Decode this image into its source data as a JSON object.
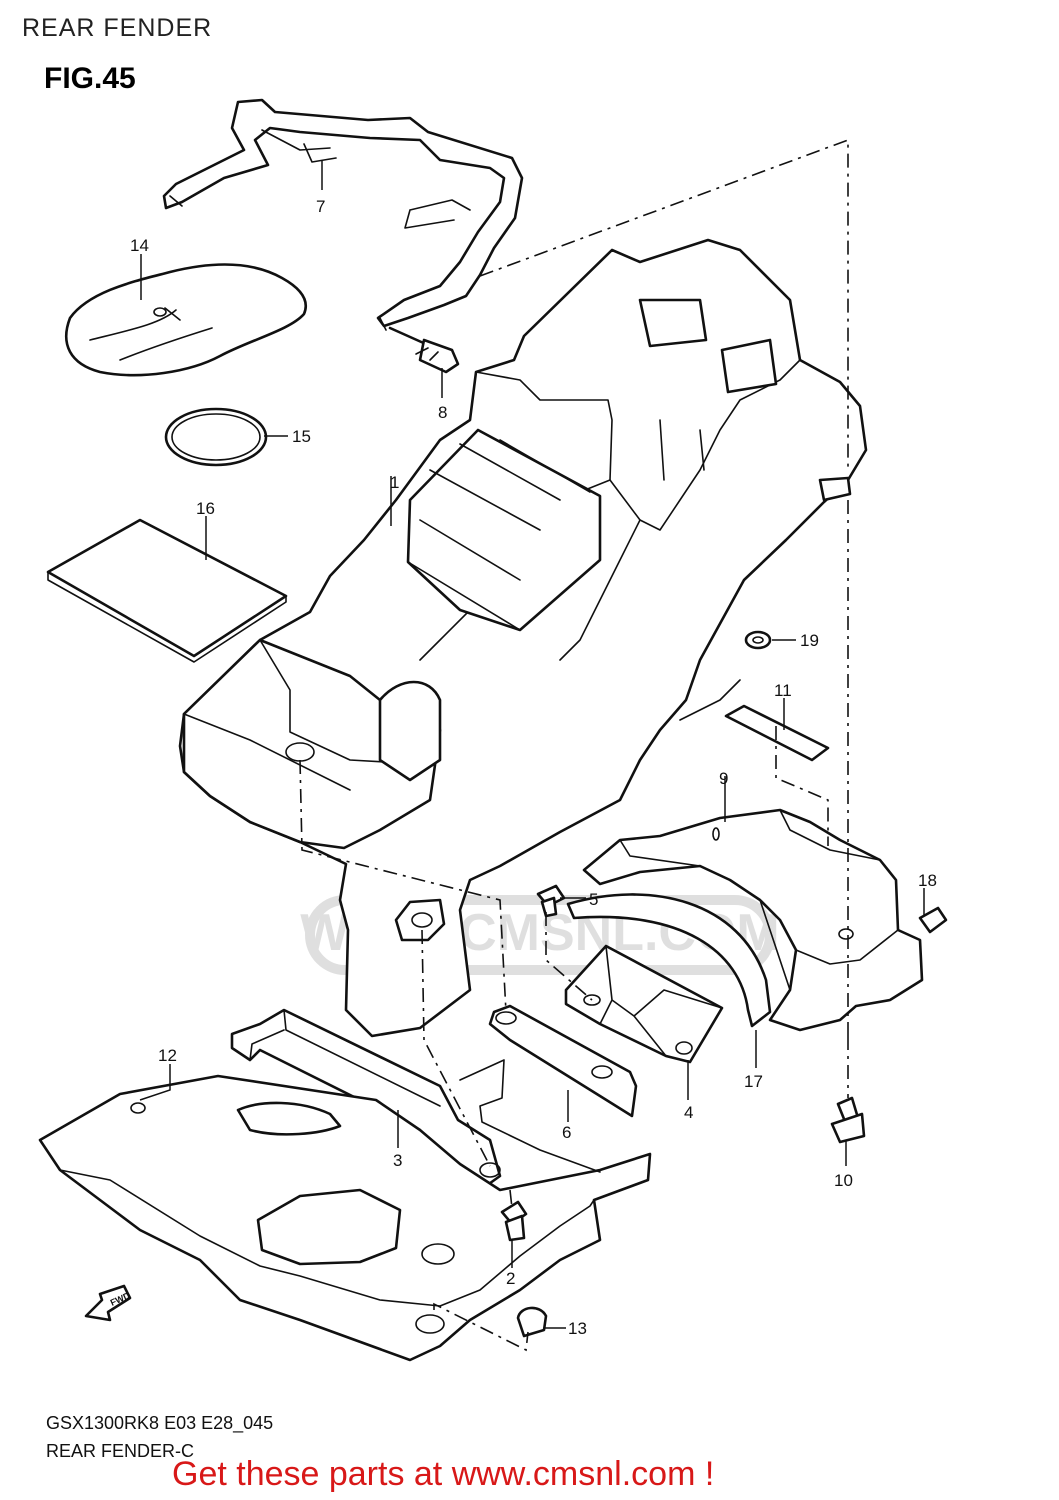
{
  "header": {
    "title": "REAR FENDER",
    "figure_label": "FIG.45"
  },
  "diagram": {
    "callouts": [
      {
        "id": "1",
        "text": "1"
      },
      {
        "id": "2",
        "text": "2"
      },
      {
        "id": "3",
        "text": "3"
      },
      {
        "id": "4",
        "text": "4"
      },
      {
        "id": "5",
        "text": "5"
      },
      {
        "id": "6",
        "text": "6"
      },
      {
        "id": "7",
        "text": "7"
      },
      {
        "id": "8",
        "text": "8"
      },
      {
        "id": "9",
        "text": "9"
      },
      {
        "id": "10",
        "text": "10"
      },
      {
        "id": "11",
        "text": "11"
      },
      {
        "id": "12",
        "text": "12"
      },
      {
        "id": "13",
        "text": "13"
      },
      {
        "id": "14",
        "text": "14"
      },
      {
        "id": "15",
        "text": "15"
      },
      {
        "id": "16",
        "text": "16"
      },
      {
        "id": "17",
        "text": "17"
      },
      {
        "id": "18",
        "text": "18"
      },
      {
        "id": "19",
        "text": "19"
      }
    ],
    "fwd_label": "FWD",
    "watermark_text": "WWW.CMSNL.COM"
  },
  "footer": {
    "model_code": "GSX1300RK8 E03 E28_045",
    "section_name": "REAR FENDER-C",
    "cta": "Get these parts at www.cmsnl.com !",
    "cta_color": "#d81818"
  }
}
